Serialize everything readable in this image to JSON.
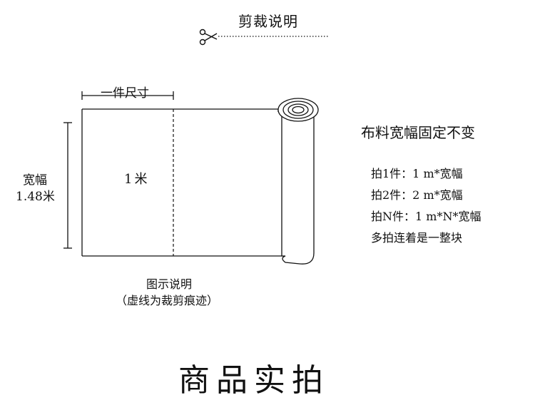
{
  "title": "剪裁说明",
  "icons": {
    "scissors": "scissors-icon"
  },
  "diagram": {
    "piece_label": "一件尺寸",
    "width_label": "宽幅",
    "width_value": "1.48米",
    "length_label": "1米",
    "caption_line1": "图示说明",
    "caption_line2": "（虚线为裁剪痕迹）"
  },
  "notes": {
    "heading": "布料宽幅固定不变",
    "lines": [
      "拍1件：1 m*宽幅",
      "拍2件：2 m*宽幅",
      "拍N件：1 m*N*宽幅",
      "多拍连着是一整块"
    ]
  },
  "footer": "商品实拍"
}
